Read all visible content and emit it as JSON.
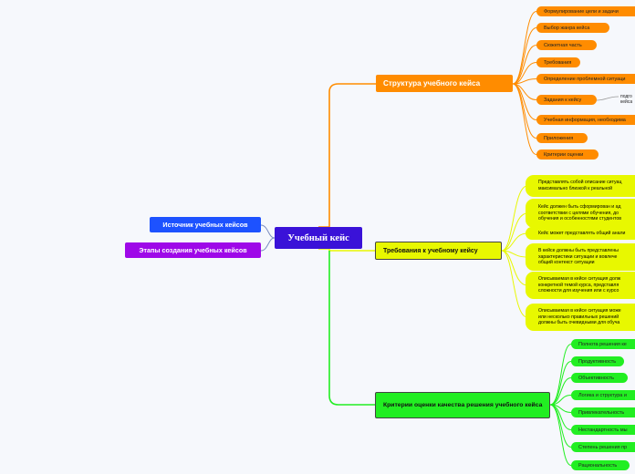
{
  "root": {
    "label": "Учебный кейс"
  },
  "left": {
    "sources": "Источник учебных кейсов",
    "stages": "Этапы создания учебных кейсов"
  },
  "structure": {
    "label": "Структура учебного кейса",
    "color": "#ff8c00",
    "items": [
      "Формулирование цели и задачи",
      "Выбор жанра кейса",
      "Сюжетная часть",
      "Требования",
      "Определение проблемной ситуаци",
      "Задания к кейсу",
      "Учебная информация, необходима",
      "Приложения",
      "Критерии оценки"
    ],
    "task_sub": [
      "подго",
      "кейса"
    ]
  },
  "requirements": {
    "label": "Требования к учебному кейсу",
    "color": "#e8f800",
    "items": [
      [
        "Представлять собой описание ситуац",
        "максимально близкой к реальной"
      ],
      [
        "Кейс должен быть сформирован и ад",
        "соответствии с целями обучения, до",
        "обучения и особенностями студентов"
      ],
      [
        "Кейс может представлять общий анали"
      ],
      [
        "В кейсе должны быть представлены",
        "характеристики ситуации и вовлече",
        "общий контекст ситуации"
      ],
      [
        "Описываемая в кейсе ситуация долж",
        "конкретной темой курса, представля",
        "сложности для изучения или с курсо"
      ],
      [
        "Описываемая в кейсе ситуация може",
        "или несколько правильных решений",
        "должны быть очевидными для обуча"
      ]
    ]
  },
  "criteria": {
    "label": "Критерии оценки качества решения учебного кейса",
    "color": "#22ee22",
    "items": [
      "Полнота решения ке",
      "Продуктивность",
      "Объективность",
      "Логика и структура и",
      "Привлекательность",
      "Нестандартность мы",
      "Степень решения пр",
      "Рациональность"
    ]
  }
}
